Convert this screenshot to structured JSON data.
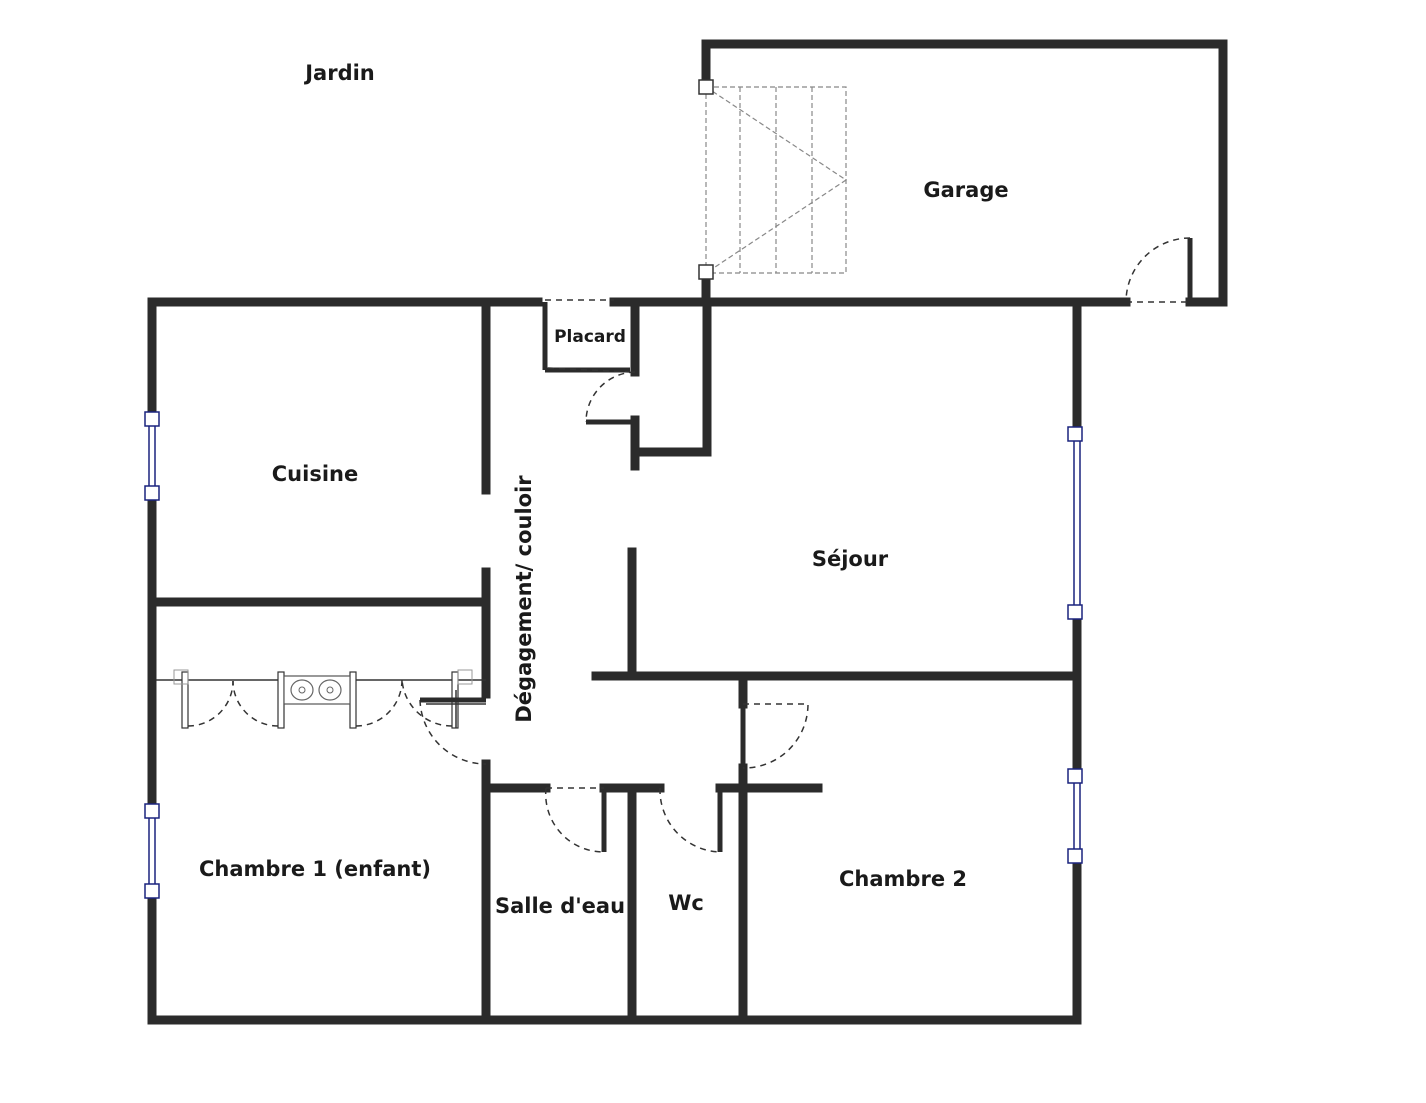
{
  "plan": {
    "rooms": {
      "jardin": "Jardin",
      "garage": "Garage",
      "placard": "Placard",
      "cuisine": "Cuisine",
      "degagement": "Dégagement/ couloir",
      "sejour": "Séjour",
      "chambre1": "Chambre 1 (enfant)",
      "salle_eau": "Salle d'eau",
      "wc": "Wc",
      "chambre2": "Chambre 2"
    },
    "colors": {
      "wall": "#2b2b2b",
      "window": "#1a237e"
    }
  }
}
